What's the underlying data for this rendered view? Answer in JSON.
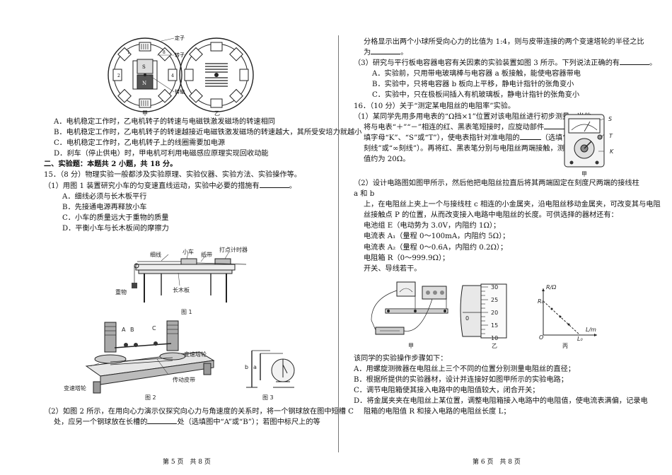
{
  "left": {
    "fig_motor": {
      "labels": [
        "定子",
        "转子",
        "转轴"
      ],
      "pole_s": "S",
      "pole_n": "N",
      "caption_jia": "甲",
      "caption_yi": "乙"
    },
    "q14_options": [
      "A．电机稳定工作时，乙电机转子的转速与电磁铁激发磁场的转速相同",
      "B．电机稳定工作时，乙电机转子的转速越接近电磁铁激发磁场的转速越大，其所受安培力就越小",
      "C．电机稳定工作时，乙电机转子上的线圈需要加电源",
      "D．刹车（停止供电）时，甲电机可利用电磁感应原理实现回收动能"
    ],
    "section_title": "二、实验题：本题共 2 小题，共 18 分。",
    "q15_stem": "15．（8 分）物理实验一般都涉及实验原理、实验仪器、实验方法、实验操作等。",
    "q15_1": "（1）用图 1 装置研究小车的匀变速直线运动，实验中必要的措施有",
    "q15_1_options": [
      "A．细线必须与长木板平行",
      "B．先接通电源再释放小车",
      "C．小车的质量远大于重物的质量",
      "D．平衡小车与长木板间的摩擦力"
    ],
    "fig1": {
      "labels": [
        "细线",
        "小车",
        "纸带",
        "打点计时器",
        "重物",
        "长木板"
      ],
      "caption": "图 1"
    },
    "fig2": {
      "labels": [
        "A",
        "B",
        "C",
        "变速塔轮",
        "变速塔轮",
        "传动皮带"
      ],
      "caption": "图 2"
    },
    "fig3": {
      "labels": [
        "b",
        "a"
      ],
      "caption": "图 3"
    },
    "q15_2_a": "（2）如图 2 所示，在用向心力演示仪探究向心力与角速度的关系时，将一个钢球放在图中短槽 C",
    "q15_2_b": "处，应另一个钢球放在长槽的",
    "q15_2_c": "处（选填图中“A”或“B”）；若图中标尺上的等",
    "page_footer": "第 5 页　共 8 页"
  },
  "right": {
    "cont_a": "分格显示出两个小球所受向心力的比值为 1:4，则与皮带连接的两个变速塔轮的半径之比",
    "cont_b": "为",
    "cont_b_end": "。",
    "q15_3": "（3）研究与平行板电容器电容有关因素的实验装置如图 3 所示。下列说法正确的有",
    "q15_3_end": "。",
    "q15_3_options": [
      "A．实验前，只用带电玻璃棒与电容器 a 板接触，能使电容器带电",
      "B．实验中，只将电容器 b 板向上平移，静电计指针的张角变小",
      "C．实验中，只在极板间插入有机玻璃板，静电计指针的张角变小"
    ],
    "q16_stem": "16．（10 分）关于“测定某电阻丝的电阻率”实验。",
    "q16_1_lines": [
      "（1）某同学先用多用电表的“Ω挡×1”位置对该电阻丝进行初步测量。当他",
      "将与电表“＋”“－”相连的红、黑表笔短接时，应旋动部件",
      "填字母“K”、“S”或“T”），使电表指针对准电阻的",
      "刻线”或“∞刻线”）。再将红、黑表笔分别与电阻丝两端接触，测得阻",
      "值约为 20Ω。"
    ],
    "q16_1_l2_end": "（选",
    "q16_1_l3_end": "（选填“0",
    "meter": {
      "labels": [
        "S",
        "T",
        "K"
      ],
      "caption": "甲"
    },
    "q16_2_lines": [
      "（2）设计电路图如图甲所示，然后他把电阻丝拉直后将其两端固定在刻度尺两端的接线柱 a 和 b",
      "上，在电阻丝上夹上一个与接线柱 c 相连的小金属夹，沿电阻丝移动金属夹，可改变其与电阻",
      "丝接触点 P 的位置，从而改变接入电路中电阻丝的长度。可供选择的器材还有：",
      "电池组 E（电动势为 3.0V，内阻约 1Ω）；",
      "电流表 A₁（量程 0～100mA，内阻约 5Ω）；",
      "电流表 A₂（量程 0～0.6A，内阻约 0.2Ω）；",
      "电阻箱 R（0～999.9Ω）；",
      "开关、导线若干。"
    ],
    "fig_jia_caption": "甲",
    "fig_yi": {
      "ticks": [
        "30",
        "25",
        "20",
        "15",
        "10"
      ],
      "caption": "乙",
      "dial": "0"
    },
    "fig_bing": {
      "ylabel": "R/Ω",
      "r0": "R₀",
      "xlabel": "L/m",
      "l0": "L₀",
      "origin": "O",
      "caption": "丙"
    },
    "steps_intro": "该同学的实验操作步骤如下：",
    "steps": [
      "A．用螺旋测微器在电阻丝上三个不同的位置分别测量电阻丝的直径；",
      "B．根据所提供的实验器材，设计并连接好如图甲所示的实验电路；",
      "C．调节电阻箱使其接入电路中的电阻值较大，闭合开关；",
      "D．将金属夹夹在电阻丝上某位置，调整电阻箱接入电路中的电阻值，使电流表满偏，记录电",
      "阻箱的电阻值 R 和接入电路的电阻丝长度 L；"
    ],
    "page_footer": "第 6 页　共 8 页"
  }
}
